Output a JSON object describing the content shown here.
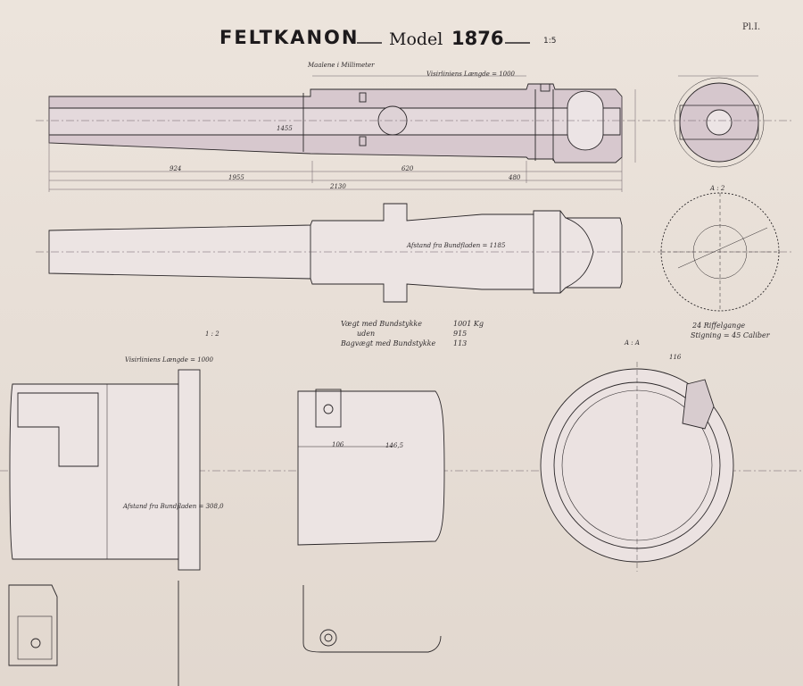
{
  "title": {
    "name": "FELTKANON",
    "model": "Model",
    "year": "1876",
    "scale": "1:5"
  },
  "plate": "Pl.I.",
  "notes": {
    "units": "Maalene i Millimeter",
    "sight_length_top": "Visirliniens Længde = 1000",
    "distance_main": "Afstand fra Bundfladen = 1185",
    "weight_with": "Vægt med Bundstykke",
    "weight_with_value": "1001 Kg",
    "weight_without": "uden",
    "weight_without_value": "915",
    "back_weight": "Bagvægt med Bundstykke",
    "back_weight_value": "113",
    "rifling_count": "24 Riffelgange",
    "rifling_pitch": "Stigning = 45 Caliber",
    "section_1": "1 : 2",
    "section_2": "A : 2",
    "section_3": "A : A",
    "sight_length_bottom": "Visirliniens Længde = 1000",
    "distance_detail": "Afstand fra Bundfladen = 308,0"
  },
  "dimensions": {
    "d1": "2130",
    "d2": "1955",
    "d3": "924",
    "d4": "1455",
    "d5": "620",
    "d6": "480",
    "d7": "146,5",
    "d8": "106",
    "d9": "116"
  },
  "colors": {
    "paper": "#e9e0d8",
    "ink": "#2a2628",
    "wash": "#cfbfc6",
    "dim_line": "#6a5f66"
  }
}
